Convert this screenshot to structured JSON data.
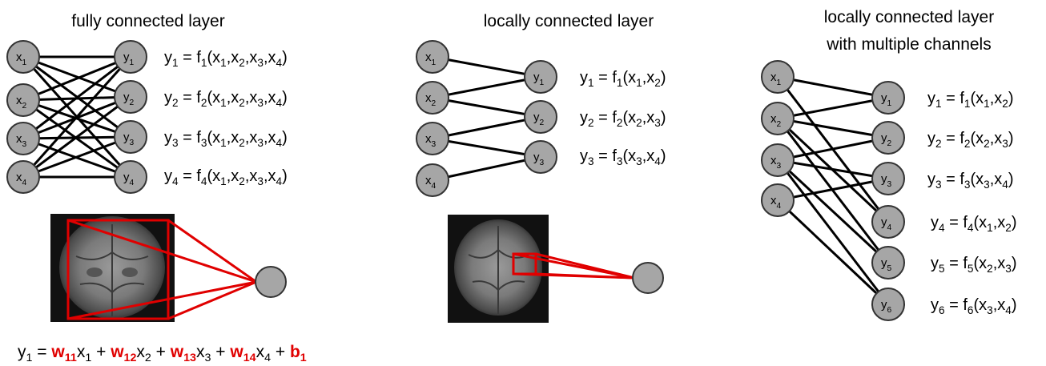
{
  "panels": {
    "fully": {
      "title": "fully connected layer",
      "equations": [
        {
          "lhs": "y",
          "lsub": "1",
          "fn": "f",
          "fsub": "1",
          "args": [
            [
              "x",
              "1"
            ],
            [
              "x",
              "2"
            ],
            [
              "x",
              "3"
            ],
            [
              "x",
              "4"
            ]
          ]
        },
        {
          "lhs": "y",
          "lsub": "2",
          "fn": "f",
          "fsub": "2",
          "args": [
            [
              "x",
              "1"
            ],
            [
              "x",
              "2"
            ],
            [
              "x",
              "3"
            ],
            [
              "x",
              "4"
            ]
          ]
        },
        {
          "lhs": "y",
          "lsub": "3",
          "fn": "f",
          "fsub": "3",
          "args": [
            [
              "x",
              "1"
            ],
            [
              "x",
              "2"
            ],
            [
              "x",
              "3"
            ],
            [
              "x",
              "4"
            ]
          ]
        },
        {
          "lhs": "y",
          "lsub": "4",
          "fn": "f",
          "fsub": "4",
          "args": [
            [
              "x",
              "1"
            ],
            [
              "x",
              "2"
            ],
            [
              "x",
              "3"
            ],
            [
              "x",
              "4"
            ]
          ]
        }
      ]
    },
    "local": {
      "title": "locally connected layer",
      "equations": [
        {
          "lhs": "y",
          "lsub": "1",
          "fn": "f",
          "fsub": "1",
          "args": [
            [
              "x",
              "1"
            ],
            [
              "x",
              "2"
            ]
          ]
        },
        {
          "lhs": "y",
          "lsub": "2",
          "fn": "f",
          "fsub": "2",
          "args": [
            [
              "x",
              "2"
            ],
            [
              "x",
              "3"
            ]
          ]
        },
        {
          "lhs": "y",
          "lsub": "3",
          "fn": "f",
          "fsub": "3",
          "args": [
            [
              "x",
              "3"
            ],
            [
              "x",
              "4"
            ]
          ]
        }
      ]
    },
    "multi": {
      "title_line1": "locally connected layer",
      "title_line2": "with multiple channels",
      "equations": [
        {
          "lhs": "y",
          "lsub": "1",
          "fn": "f",
          "fsub": "1",
          "args": [
            [
              "x",
              "1"
            ],
            [
              "x",
              "2"
            ]
          ]
        },
        {
          "lhs": "y",
          "lsub": "2",
          "fn": "f",
          "fsub": "2",
          "args": [
            [
              "x",
              "2"
            ],
            [
              "x",
              "3"
            ]
          ]
        },
        {
          "lhs": "y",
          "lsub": "3",
          "fn": "f",
          "fsub": "3",
          "args": [
            [
              "x",
              "3"
            ],
            [
              "x",
              "4"
            ]
          ]
        },
        {
          "lhs": "y",
          "lsub": "4",
          "fn": "f",
          "fsub": "4",
          "args": [
            [
              "x",
              "1"
            ],
            [
              "x",
              "2"
            ]
          ]
        },
        {
          "lhs": "y",
          "lsub": "5",
          "fn": "f",
          "fsub": "5",
          "args": [
            [
              "x",
              "2"
            ],
            [
              "x",
              "3"
            ]
          ]
        },
        {
          "lhs": "y",
          "lsub": "6",
          "fn": "f",
          "fsub": "6",
          "args": [
            [
              "x",
              "3"
            ],
            [
              "x",
              "4"
            ]
          ]
        }
      ]
    }
  },
  "nodes": {
    "fully_inputs": [
      [
        "x",
        "1"
      ],
      [
        "x",
        "2"
      ],
      [
        "x",
        "3"
      ],
      [
        "x",
        "4"
      ]
    ],
    "fully_outputs": [
      [
        "y",
        "1"
      ],
      [
        "y",
        "2"
      ],
      [
        "y",
        "3"
      ],
      [
        "y",
        "4"
      ]
    ],
    "local_inputs": [
      [
        "x",
        "1"
      ],
      [
        "x",
        "2"
      ],
      [
        "x",
        "3"
      ],
      [
        "x",
        "4"
      ]
    ],
    "local_outputs": [
      [
        "y",
        "1"
      ],
      [
        "y",
        "2"
      ],
      [
        "y",
        "3"
      ]
    ],
    "multi_inputs": [
      [
        "x",
        "1"
      ],
      [
        "x",
        "2"
      ],
      [
        "x",
        "3"
      ],
      [
        "x",
        "4"
      ]
    ],
    "multi_outputs": [
      [
        "y",
        "1"
      ],
      [
        "y",
        "2"
      ],
      [
        "y",
        "3"
      ],
      [
        "y",
        "4"
      ],
      [
        "y",
        "5"
      ],
      [
        "y",
        "6"
      ]
    ]
  },
  "bottom_formula": [
    {
      "t": "y",
      "sub": "1",
      "red": false
    },
    {
      "t": " = ",
      "red": false
    },
    {
      "t": "w",
      "sub": "11",
      "red": true
    },
    {
      "t": "x",
      "sub": "1",
      "red": false
    },
    {
      "t": " + ",
      "red": false
    },
    {
      "t": "w",
      "sub": "12",
      "red": true
    },
    {
      "t": "x",
      "sub": "2",
      "red": false
    },
    {
      "t": " + ",
      "red": false
    },
    {
      "t": "w",
      "sub": "13",
      "red": true
    },
    {
      "t": "x",
      "sub": "3",
      "red": false
    },
    {
      "t": " + ",
      "red": false
    },
    {
      "t": "w",
      "sub": "14",
      "red": true
    },
    {
      "t": "x",
      "sub": "4",
      "red": false
    },
    {
      "t": " + ",
      "red": false
    },
    {
      "t": "b",
      "sub": "1",
      "red": true
    }
  ],
  "colors": {
    "node_fill": "#a6a6a6",
    "highlight": "#e00000",
    "edge": "#000000"
  }
}
